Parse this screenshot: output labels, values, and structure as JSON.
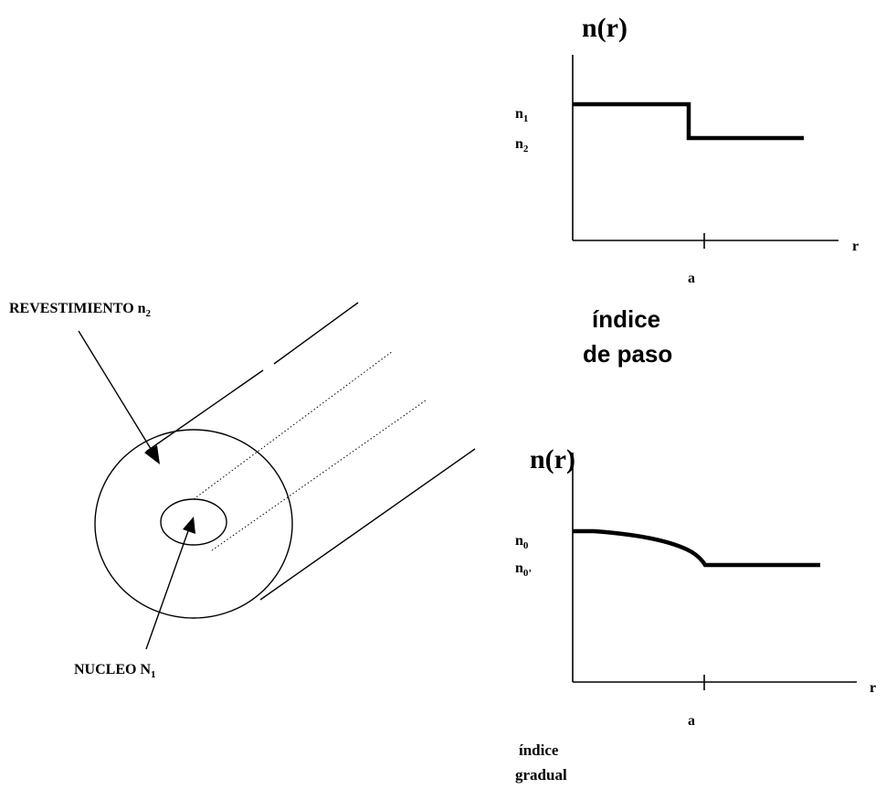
{
  "fiber": {
    "cladding_label": "REVESTIMIENTO n",
    "cladding_sub": "2",
    "core_label": "NUCLEO N",
    "core_sub": "1"
  },
  "step_index_graph": {
    "title": "n(r)",
    "n1_label": "n",
    "n1_sub": "1",
    "n2_label": "n",
    "n2_sub": "2",
    "x_axis_label": "r",
    "tick_label": "a",
    "caption_line1": "índice",
    "caption_line2": "de paso"
  },
  "graded_index_graph": {
    "title": "n(r)",
    "n0_label": "n",
    "n0_sub": "0",
    "n0p_label": "n",
    "n0p_sub": "0’",
    "x_axis_label": "r",
    "tick_label": "a",
    "caption_line1": "índice",
    "caption_line2": "gradual"
  }
}
